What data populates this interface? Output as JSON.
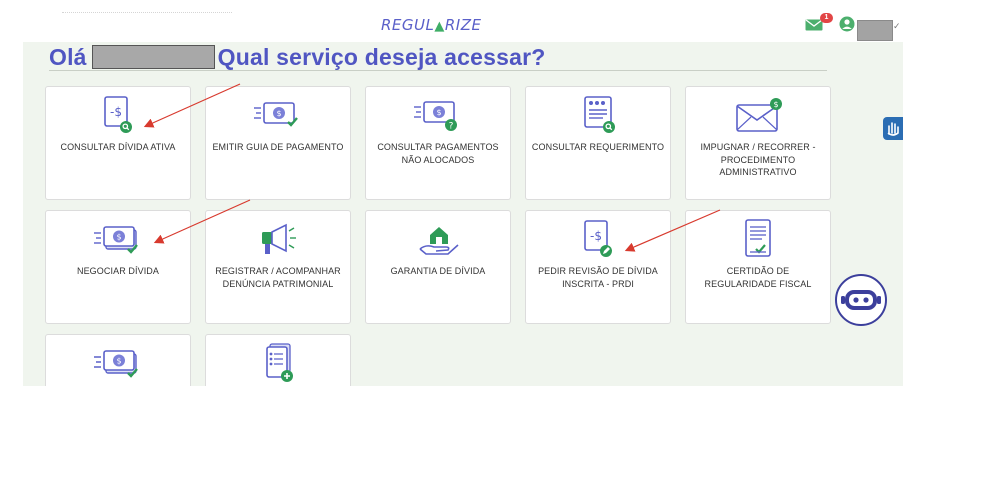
{
  "header": {
    "logo_left": "REGUL",
    "logo_right": "RIZE",
    "mail_badge": "1",
    "icons": [
      "mail-icon",
      "user-avatar-icon"
    ]
  },
  "greeting": {
    "hello": "Olá",
    "question": "Qual serviço deseja acessar?"
  },
  "services": [
    {
      "label": "CONSULTAR DÍVIDA ATIVA",
      "icon": "document-money-search-icon"
    },
    {
      "label": "EMITIR GUIA DE PAGAMENTO",
      "icon": "money-check-icon"
    },
    {
      "label": "CONSULTAR PAGAMENTOS NÃO ALOCADOS",
      "icon": "money-question-icon"
    },
    {
      "label": "CONSULTAR REQUERIMENTO",
      "icon": "list-search-icon"
    },
    {
      "label": "IMPUGNAR / RECORRER - PROCEDIMENTO ADMINISTRATIVO",
      "icon": "envelope-money-icon"
    },
    {
      "label": "NEGOCIAR DÍVIDA",
      "icon": "money-stack-check-icon"
    },
    {
      "label": "REGISTRAR / ACOMPANHAR DENÚNCIA PATRIMONIAL",
      "icon": "megaphone-icon"
    },
    {
      "label": "GARANTIA DE DÍVIDA",
      "icon": "house-hand-icon"
    },
    {
      "label": "PEDIR REVISÃO DE DÍVIDA INSCRITA - PRDI",
      "icon": "document-money-edit-icon"
    },
    {
      "label": "CERTIDÃO DE REGULARIDADE FISCAL",
      "icon": "certificate-icon"
    },
    {
      "label": "",
      "icon": "money-stack-check-icon"
    },
    {
      "label": "",
      "icon": "document-list-add-icon"
    }
  ],
  "colors": {
    "primary": "#5056c2",
    "accent_green": "#3fae66",
    "background": "#f0f5ee",
    "annotation_arrow": "#d83a2e"
  }
}
